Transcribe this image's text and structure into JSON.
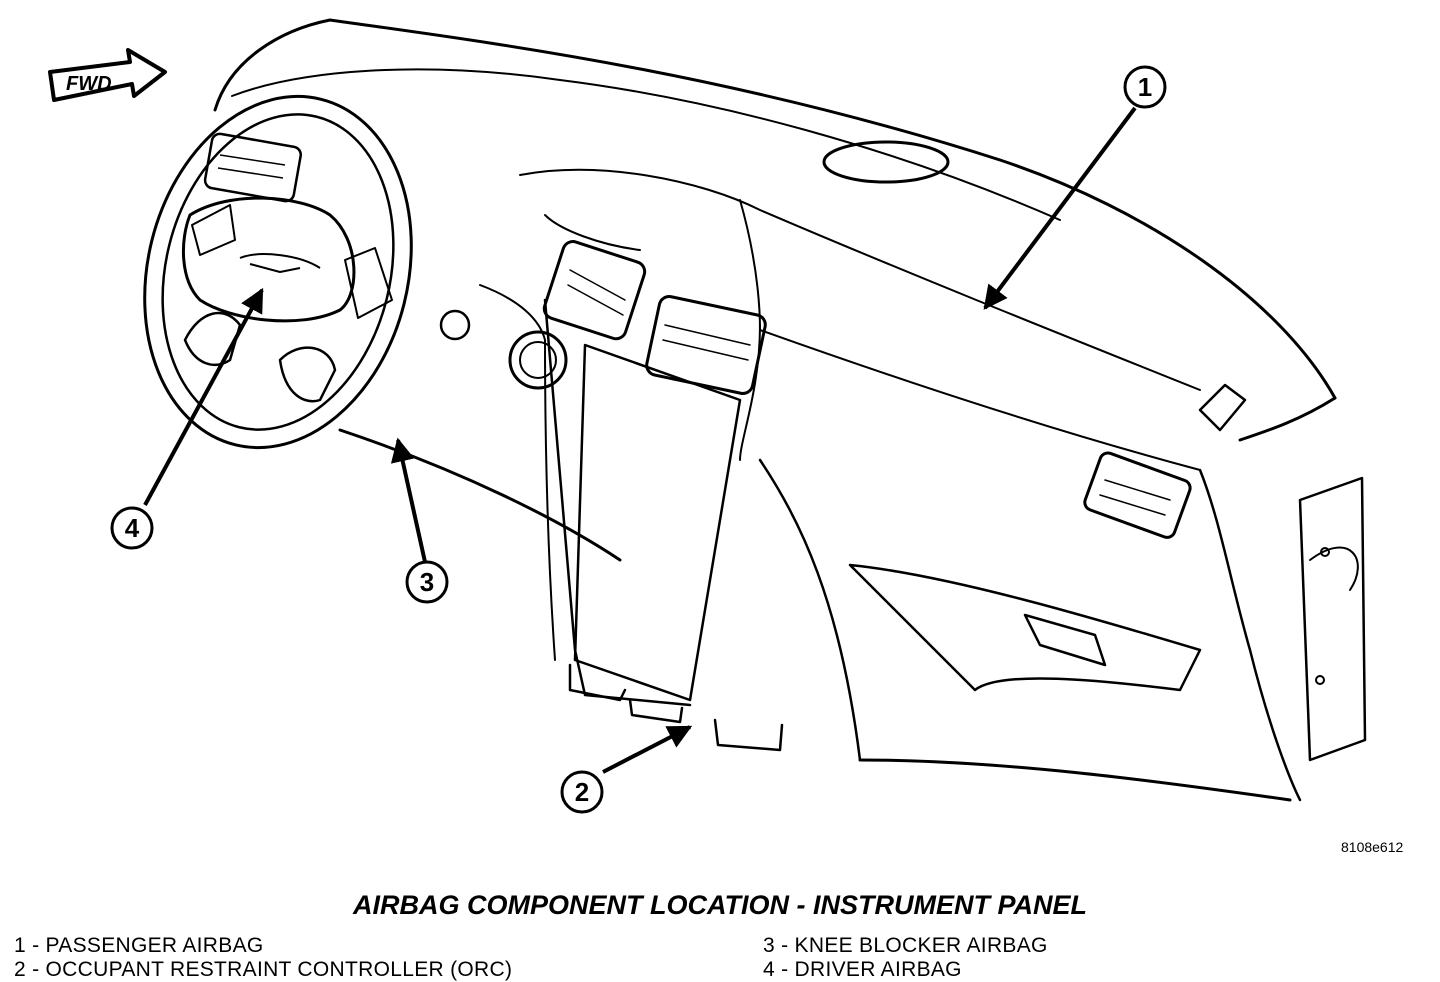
{
  "figure": {
    "direction_label": "FWD",
    "callouts": [
      {
        "number": "1",
        "target": "passenger-airbag"
      },
      {
        "number": "2",
        "target": "occupant-restraint-controller"
      },
      {
        "number": "3",
        "target": "knee-blocker-airbag"
      },
      {
        "number": "4",
        "target": "driver-airbag"
      }
    ],
    "figure_id": "8108e612"
  },
  "caption": "AIRBAG COMPONENT LOCATION - INSTRUMENT PANEL",
  "legend": [
    {
      "text": "1 - PASSENGER AIRBAG"
    },
    {
      "text": "2 - OCCUPANT RESTRAINT CONTROLLER (ORC)"
    },
    {
      "text": "3 - KNEE BLOCKER AIRBAG"
    },
    {
      "text": "4 - DRIVER AIRBAG"
    }
  ]
}
